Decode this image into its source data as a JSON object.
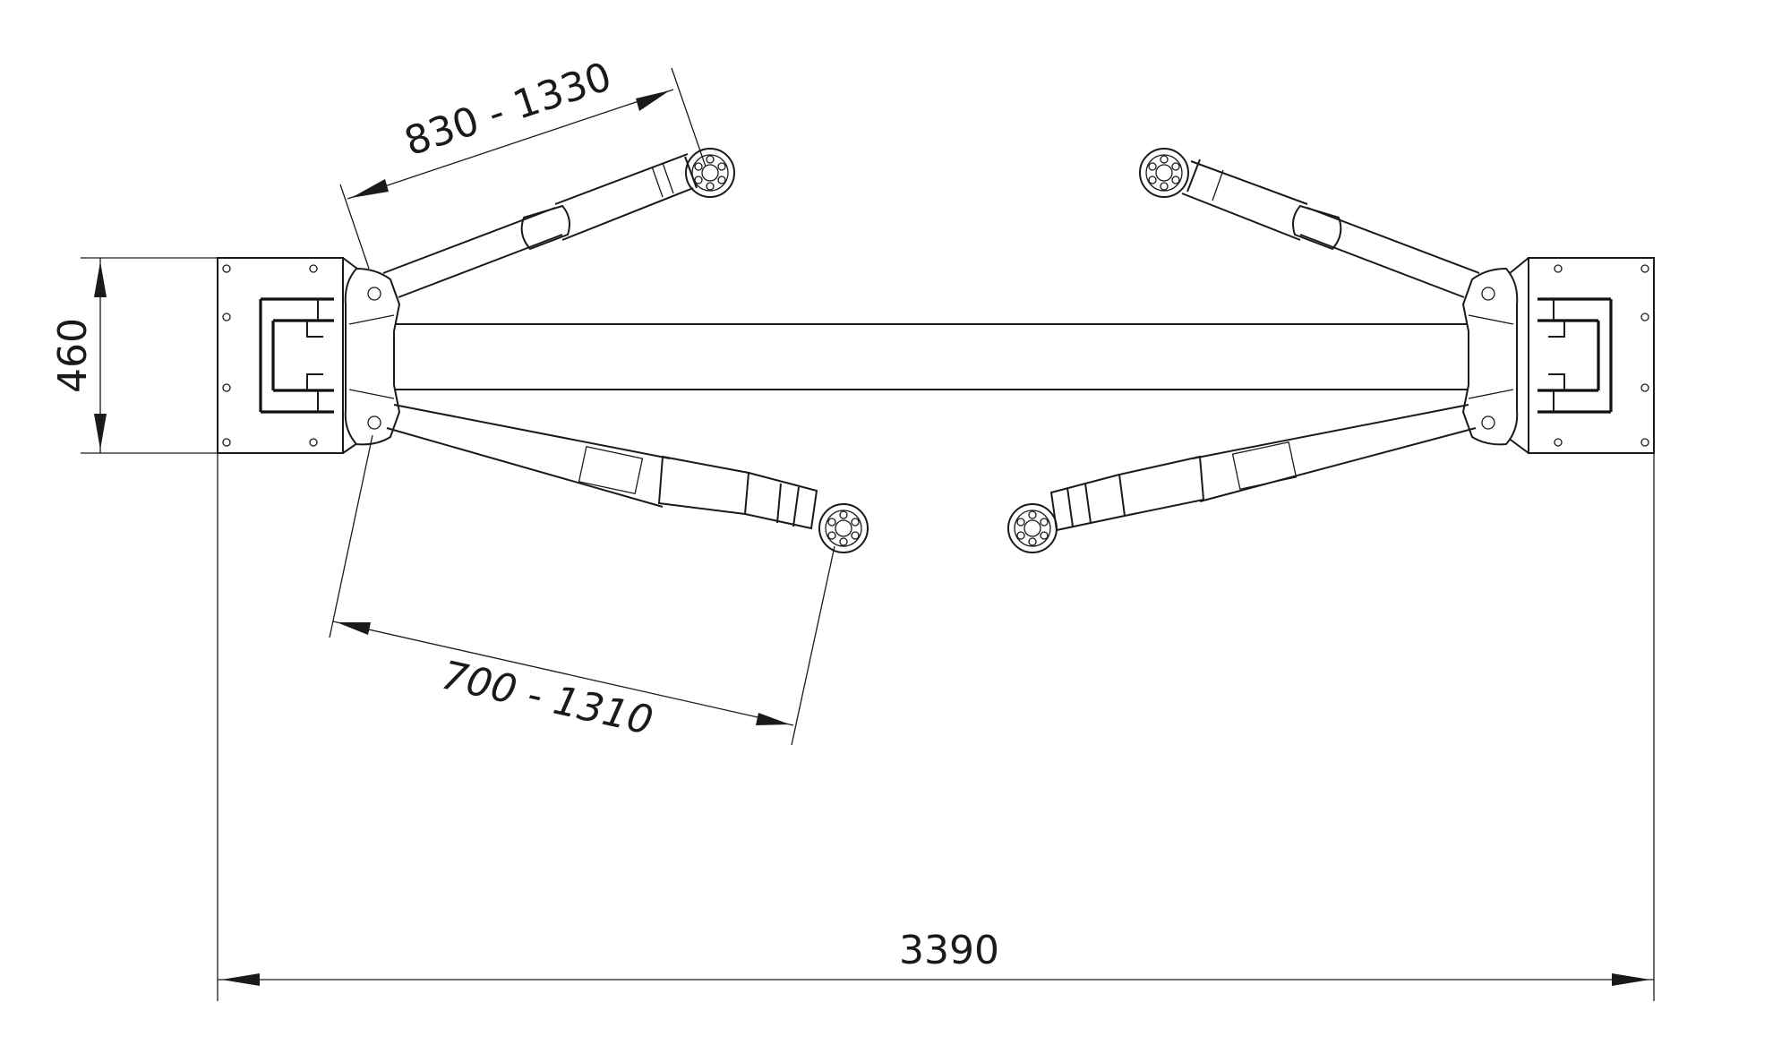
{
  "dimensions": {
    "front_arm_reach": "830 - 1330",
    "rear_arm_reach": "700 - 1310",
    "column_depth": "460",
    "overall_width": "3390"
  },
  "colors": {
    "line": "#1a1a1a",
    "background": "#ffffff"
  }
}
